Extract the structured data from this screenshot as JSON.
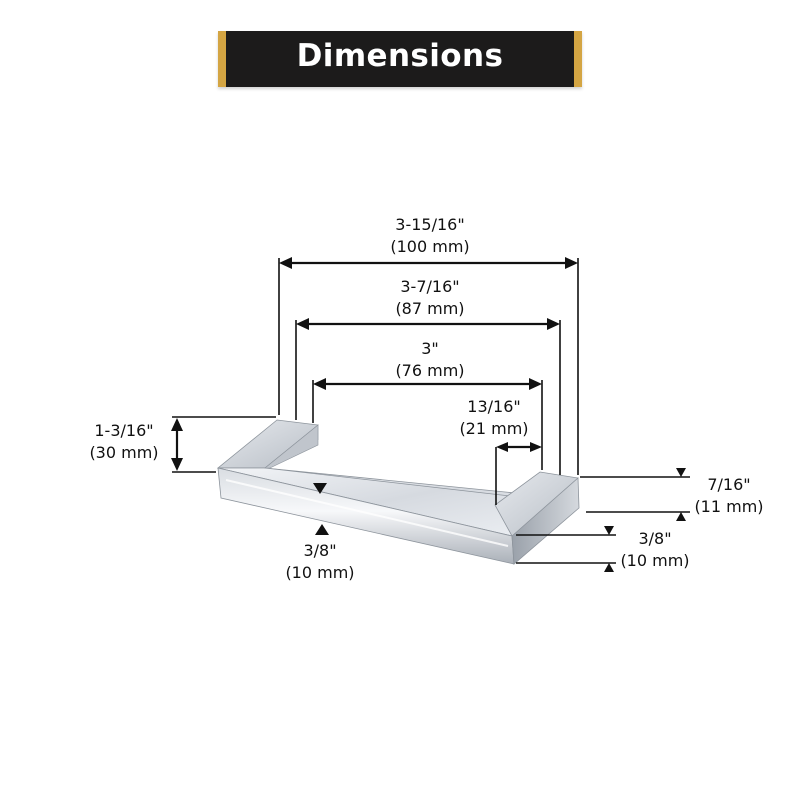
{
  "header": {
    "title": "Dimensions",
    "accent_color": "#d4a543",
    "background_color": "#1c1b1b"
  },
  "product": {
    "name": "handle-pull",
    "finish_color": "#c8ccd2"
  },
  "dimensions": {
    "overall_length": {
      "imperial": "3-15/16\"",
      "metric": "(100 mm)"
    },
    "outer_post_span": {
      "imperial": "3-7/16\"",
      "metric": "(87 mm)"
    },
    "center_to_center": {
      "imperial": "3\"",
      "metric": "(76 mm)"
    },
    "post_width": {
      "imperial": "13/16\"",
      "metric": "(21 mm)"
    },
    "projection": {
      "imperial": "1-3/16\"",
      "metric": "(30 mm)"
    },
    "bar_width": {
      "imperial": "3/8\"",
      "metric": "(10 mm)"
    },
    "bar_height": {
      "imperial": "7/16\"",
      "metric": "(11 mm)"
    },
    "bar_depth": {
      "imperial": "3/8\"",
      "metric": "(10 mm)"
    }
  }
}
